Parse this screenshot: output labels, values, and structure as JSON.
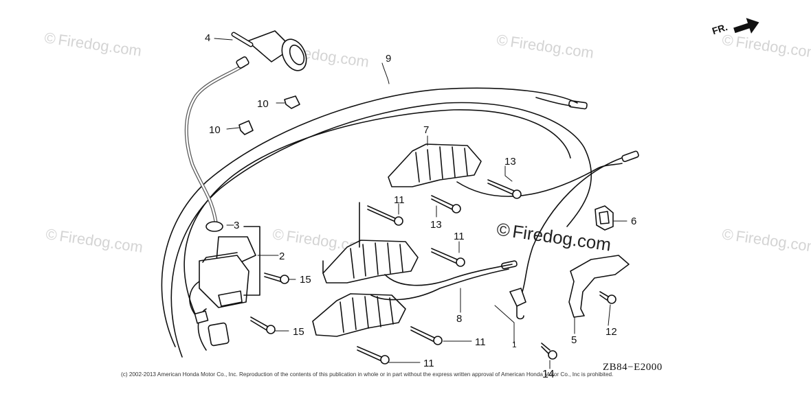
{
  "watermark": {
    "text": "Firedog.com",
    "symbol": "©",
    "color": "#d4d4d4"
  },
  "direction_indicator": {
    "label": "FR."
  },
  "callouts": [
    "1",
    "2",
    "3",
    "4",
    "5",
    "6",
    "7",
    "8",
    "9",
    "10",
    "10",
    "11",
    "11",
    "11",
    "11",
    "12",
    "13",
    "13",
    "14",
    "15",
    "15"
  ],
  "document_code": "ZB84−E2000",
  "copyright": "(c) 2002-2013 American Honda Motor Co., Inc. Reproduction of the contents of this publication in whole or in part without the express written approval of American Honda Motor Co., Inc is prohibited."
}
